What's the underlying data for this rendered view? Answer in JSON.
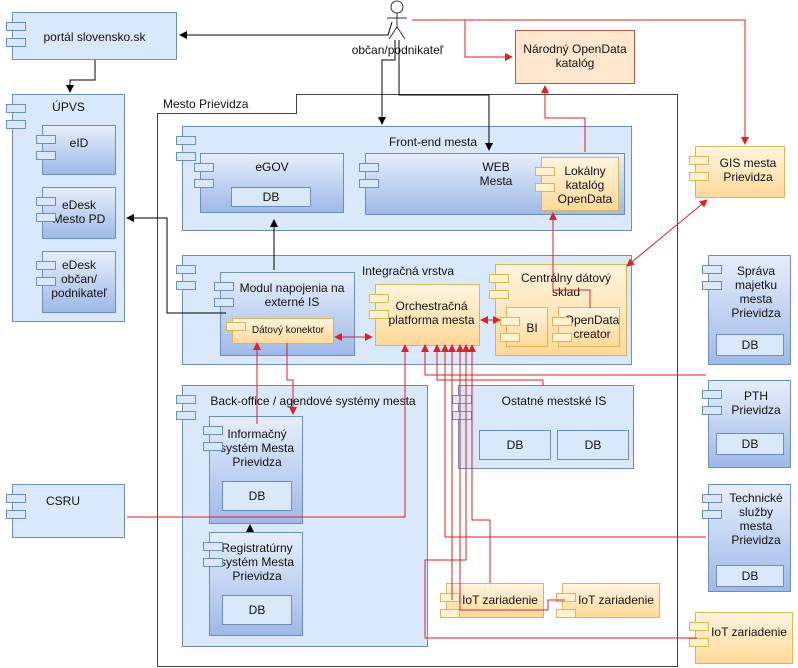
{
  "actor": {
    "label": "občan/podnikateľ"
  },
  "portal": {
    "label": "portál slovensko.sk"
  },
  "upvs": {
    "title": "ÚPVS",
    "items": [
      "eID",
      "eDesk\nMesto PD",
      "eDesk\nobčan/\npodnikateľ"
    ]
  },
  "opendata_catalog": {
    "label": "Národný OpenData\nkatalóg"
  },
  "city_frame": {
    "title": "Mesto Prievidza"
  },
  "frontend": {
    "title": "Front-end mesta",
    "egov": "eGOV",
    "egov_db": "DB",
    "web": "WEB Mesta",
    "local_catalog": "Lokálny\nkatalóg\nOpenData"
  },
  "integration": {
    "title": "Integračná vrstva",
    "module": "Modul napojenia na\nexterné IS",
    "connector": "Dátový konektor",
    "orchestration": "Orchestračná\nplatforma mesta",
    "warehouse": "Centrálny dátový\nsklad",
    "bi": "BI",
    "creator": "OpenData\ncreator"
  },
  "backoffice": {
    "title": "Back-office / agendové systémy mesta",
    "is": "Informačný\nsystém Mesta\nPrievidza",
    "is_db": "DB",
    "registry": "Registratúrny\nsystém Mesta\nPrievidza",
    "registry_db": "DB"
  },
  "other_is": {
    "title": "Ostatné mestské IS",
    "db1": "DB",
    "db2": "DB"
  },
  "gis": {
    "label": "GIS mesta\nPrievidza"
  },
  "property": {
    "label": "Správa\nmajetku\nmesta\nPrievidza",
    "db": "DB"
  },
  "pth": {
    "label": "PTH\nPrievidza",
    "db": "DB"
  },
  "tech": {
    "label": "Technické\nslužby\nmesta\nPrievidza",
    "db": "DB"
  },
  "csru": {
    "label": "CSRU"
  },
  "iot": [
    "IoT zariadenie",
    "IoT zariadenie",
    "IoT zariadenie"
  ],
  "colors": {
    "blue_fill": "#dae8fc",
    "blue_border": "#6c8ebf",
    "orange_fill": "#ffe6cc",
    "orange_border": "#d6b656",
    "red_line": "#dd2222",
    "black_line": "#000000"
  }
}
